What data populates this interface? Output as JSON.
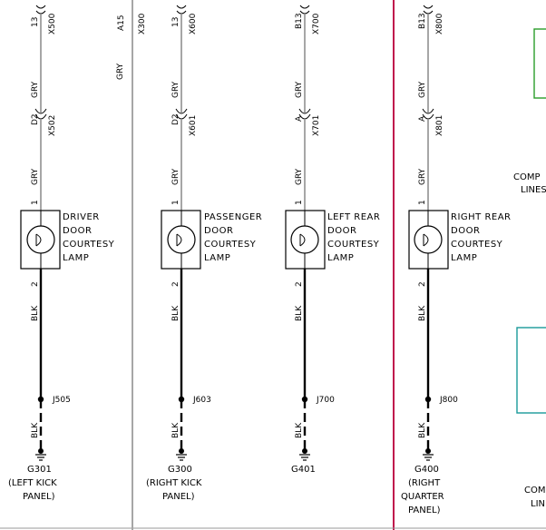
{
  "colors": {
    "gray_wire": "#a6a6a6",
    "black_wire": "#000000",
    "divider": "#c0144c",
    "box_green": "#2a9d2a",
    "box_cyan": "#1a9a9a",
    "background": "#ffffff"
  },
  "circuits": [
    {
      "id": "driver",
      "top_pin": "13",
      "top_conn": "X500",
      "mid_wire": "GRY",
      "mid_pin": "D2",
      "mid_conn": "X502",
      "upper_wire": "GRY",
      "lamp_pin_top": "1",
      "lamp_pin_bottom": "2",
      "lamp_lines": [
        "DRIVER",
        "DOOR",
        "COURTESY",
        "LAMP"
      ],
      "lower_wire": "BLK",
      "splice": "J505",
      "ground_wire": "BLK",
      "ground": "G301",
      "location": [
        "(LEFT KICK",
        "PANEL)"
      ]
    },
    {
      "id": "passenger",
      "top_pin": "13",
      "top_conn": "X600",
      "mid_wire": "GRY",
      "mid_pin": "D2",
      "mid_conn": "X601",
      "upper_wire": "GRY",
      "lamp_pin_top": "1",
      "lamp_pin_bottom": "2",
      "lamp_lines": [
        "PASSENGER",
        "DOOR",
        "COURTESY",
        "LAMP"
      ],
      "lower_wire": "BLK",
      "splice": "J603",
      "ground_wire": "BLK",
      "ground": "G300",
      "location": [
        "(RIGHT KICK",
        "PANEL)"
      ]
    },
    {
      "id": "left-rear",
      "top_pin": "B13",
      "top_conn": "X700",
      "mid_wire": "GRY",
      "mid_pin": "A",
      "mid_conn": "X701",
      "upper_wire": "GRY",
      "lamp_pin_top": "1",
      "lamp_pin_bottom": "2",
      "lamp_lines": [
        "LEFT REAR",
        "DOOR",
        "COURTESY",
        "LAMP"
      ],
      "lower_wire": "BLK",
      "splice": "J700",
      "ground_wire": "BLK",
      "ground": "G401",
      "location": []
    },
    {
      "id": "right-rear",
      "top_pin": "B13",
      "top_conn": "X800",
      "mid_wire": "GRY",
      "mid_pin": "A",
      "mid_conn": "X801",
      "upper_wire": "GRY",
      "lamp_pin_top": "1",
      "lamp_pin_bottom": "2",
      "lamp_lines": [
        "RIGHT REAR",
        "DOOR",
        "COURTESY",
        "LAMP"
      ],
      "lower_wire": "BLK",
      "splice": "J800",
      "ground_wire": "BLK",
      "ground": "G400",
      "location": [
        "(RIGHT",
        "QUARTER",
        "PANEL)"
      ]
    }
  ],
  "side_wire": {
    "pin": "A15",
    "conn": "X300",
    "wire": "GRY"
  },
  "right_edge_labels": {
    "upper": [
      "COMP",
      "LINES"
    ],
    "lower": [
      "COM",
      "LIN"
    ]
  }
}
